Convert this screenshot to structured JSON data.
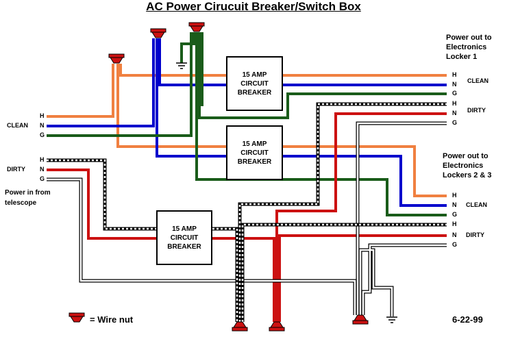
{
  "title": "AC Power Cirucuit Breaker/Switch Box",
  "breakers": [
    {
      "line1": "15 AMP",
      "line2": "CIRCUIT",
      "line3": "BREAKER"
    },
    {
      "line1": "15 AMP",
      "line2": "CIRCUIT",
      "line3": "BREAKER"
    },
    {
      "line1": "15 AMP",
      "line2": "CIRCUIT",
      "line3": "BREAKER"
    }
  ],
  "input": {
    "clean_label": "CLEAN",
    "dirty_label": "DIRTY",
    "power_in_line1": "Power in from",
    "power_in_line2": "telescope",
    "clean_wires": [
      "H",
      "N",
      "G"
    ],
    "dirty_wires": [
      "H",
      "N",
      "G"
    ]
  },
  "output1": {
    "title_line1": "Power out to",
    "title_line2": "Electronics",
    "title_line3": "Locker 1",
    "clean_label": "CLEAN",
    "dirty_label": "DIRTY",
    "clean_wires": [
      "H",
      "N",
      "G"
    ],
    "dirty_wires": [
      "H",
      "N",
      "G"
    ]
  },
  "output2": {
    "title_line1": "Power out to",
    "title_line2": "Electronics",
    "title_line3": "Lockers 2 & 3",
    "clean_label": "CLEAN",
    "dirty_label": "DIRTY",
    "clean_wires": [
      "H",
      "N",
      "G"
    ],
    "dirty_wires": [
      "H",
      "N",
      "G"
    ]
  },
  "legend": {
    "wire_nut_label": "= Wire nut"
  },
  "date": "6-22-99",
  "colors": {
    "hot": "#f08040",
    "neutral": "#0000cc",
    "ground": "#1a5c1a",
    "dirty_neutral": "#cc1111",
    "wire_nut": "#cc1111",
    "outline": "#000000"
  }
}
